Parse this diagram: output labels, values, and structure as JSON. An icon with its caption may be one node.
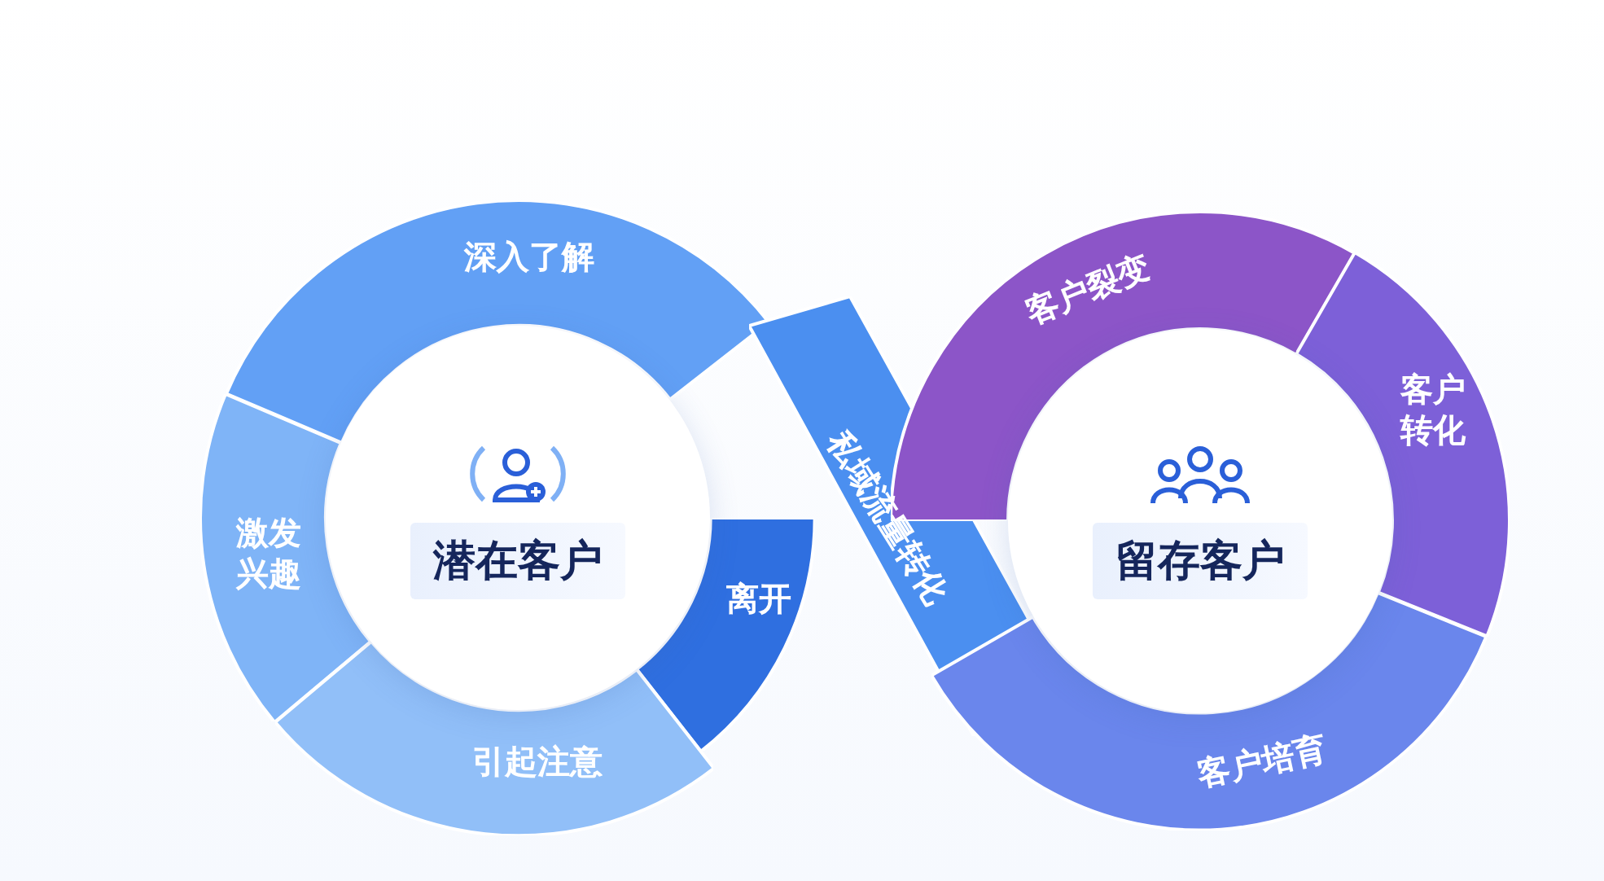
{
  "diagram": {
    "nodes": [
      {
        "text": [
          "深入了解"
        ]
      },
      {
        "text": [
          "激发兴趣"
        ]
      },
      {
        "text": [
          "潜在客户"
        ]
      },
      {
        "text": [
          "离开"
        ]
      },
      {
        "text": [
          "私域流量转化"
        ]
      },
      {
        "text": [
          "引起注意"
        ]
      },
      {
        "text": [
          "客户裂变"
        ]
      },
      {
        "text": [
          "客户转化"
        ]
      },
      {
        "text": [
          "留存客户"
        ]
      },
      {
        "text": [
          "客户培育"
        ]
      }
    ]
  }
}
